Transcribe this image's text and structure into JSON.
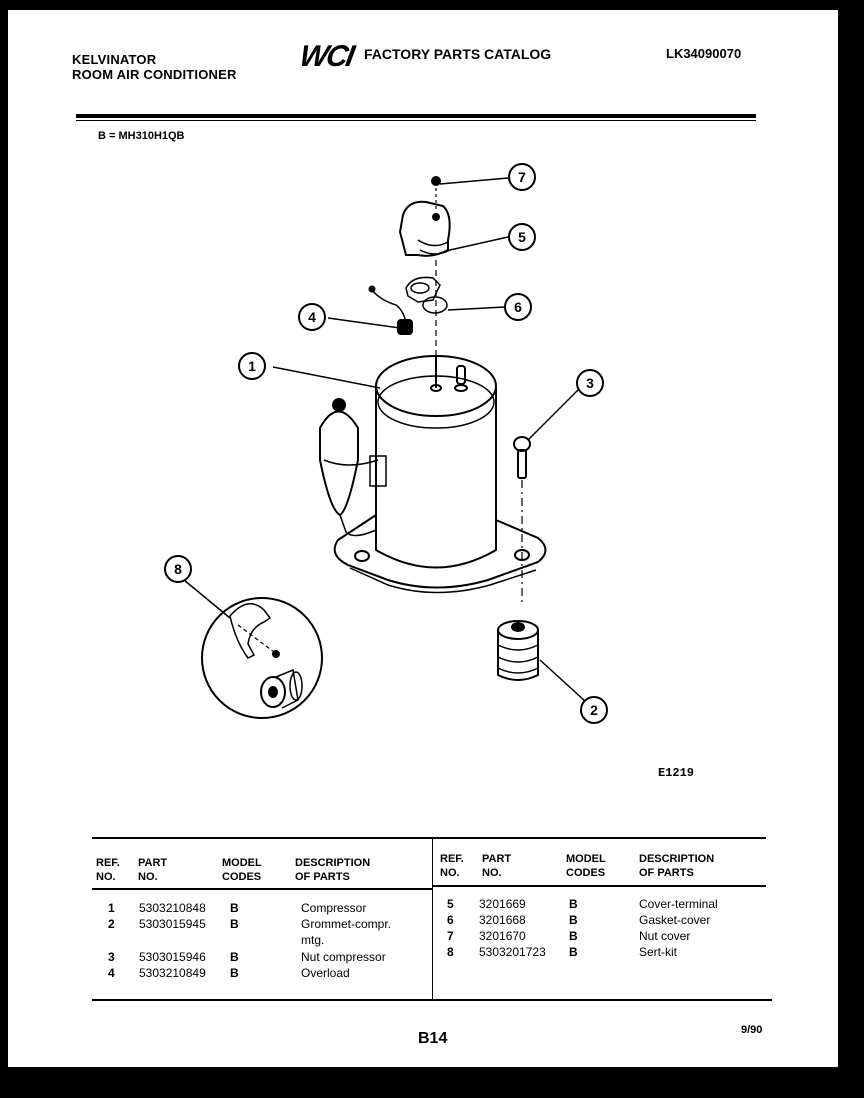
{
  "header": {
    "brand": "KELVINATOR",
    "product": "ROOM AIR CONDITIONER",
    "logo": "WCI",
    "catalog_title": "FACTORY PARTS CATALOG",
    "document_number": "LK34090070"
  },
  "model_code_line": "B = MH310H1QB",
  "diagram": {
    "figure_id": "E1219",
    "callouts": [
      "1",
      "2",
      "3",
      "4",
      "5",
      "6",
      "7",
      "8"
    ]
  },
  "parts_table": {
    "columns": {
      "ref_no": [
        "REF.",
        "NO."
      ],
      "part_no": [
        "PART",
        "NO."
      ],
      "model_codes": [
        "MODEL",
        "CODES"
      ],
      "description": [
        "DESCRIPTION",
        "OF PARTS"
      ]
    },
    "left_rows": [
      {
        "ref": "1",
        "part": "5303210848",
        "code": "B",
        "desc": "Compressor",
        "desc2": ""
      },
      {
        "ref": "2",
        "part": "5303015945",
        "code": "B",
        "desc": "Grommet-compr.",
        "desc2": "mtg."
      },
      {
        "ref": "3",
        "part": "5303015946",
        "code": "B",
        "desc": "Nut compressor",
        "desc2": ""
      },
      {
        "ref": "4",
        "part": "5303210849",
        "code": "B",
        "desc": "Overload",
        "desc2": ""
      }
    ],
    "right_rows": [
      {
        "ref": "5",
        "part": "3201669",
        "code": "B",
        "desc": "Cover-terminal"
      },
      {
        "ref": "6",
        "part": "3201668",
        "code": "B",
        "desc": "Gasket-cover"
      },
      {
        "ref": "7",
        "part": "3201670",
        "code": "B",
        "desc": "Nut cover"
      },
      {
        "ref": "8",
        "part": "5303201723",
        "code": "B",
        "desc": "Sert-kit"
      }
    ]
  },
  "footer": {
    "page": "B14",
    "date": "9/90"
  }
}
